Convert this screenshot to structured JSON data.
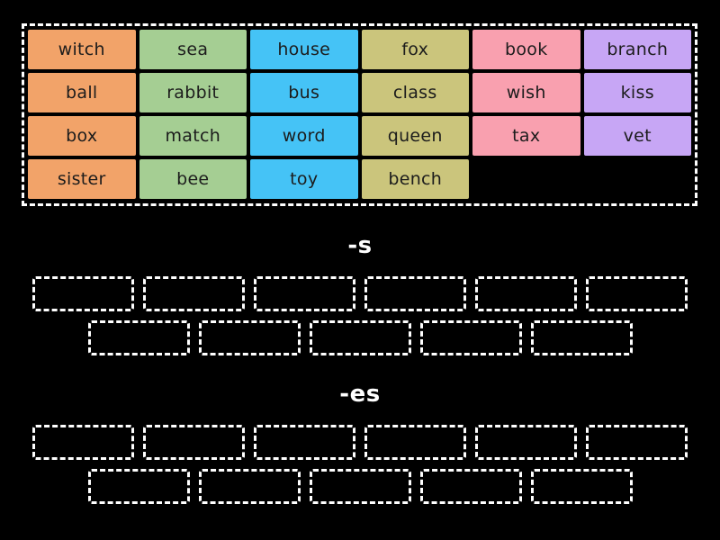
{
  "background": "#000000",
  "palette": {
    "orange": "#F2A369",
    "green": "#A5CE93",
    "blue": "#45C3F6",
    "khaki": "#CBC57C",
    "pink": "#F9A0AF",
    "purple": "#C7A6F5"
  },
  "tile_text_color": "#1c1c1c",
  "slot_border_color": "#ffffff",
  "pool": {
    "tiles": [
      {
        "label": "witch",
        "color": "orange"
      },
      {
        "label": "sea",
        "color": "green"
      },
      {
        "label": "house",
        "color": "blue"
      },
      {
        "label": "fox",
        "color": "khaki"
      },
      {
        "label": "book",
        "color": "pink"
      },
      {
        "label": "branch",
        "color": "purple"
      },
      {
        "label": "ball",
        "color": "orange"
      },
      {
        "label": "rabbit",
        "color": "green"
      },
      {
        "label": "bus",
        "color": "blue"
      },
      {
        "label": "class",
        "color": "khaki"
      },
      {
        "label": "wish",
        "color": "pink"
      },
      {
        "label": "kiss",
        "color": "purple"
      },
      {
        "label": "box",
        "color": "orange"
      },
      {
        "label": "match",
        "color": "green"
      },
      {
        "label": "word",
        "color": "blue"
      },
      {
        "label": "queen",
        "color": "khaki"
      },
      {
        "label": "tax",
        "color": "pink"
      },
      {
        "label": "vet",
        "color": "purple"
      },
      {
        "label": "sister",
        "color": "orange"
      },
      {
        "label": "bee",
        "color": "green"
      },
      {
        "label": "toy",
        "color": "blue"
      },
      {
        "label": "bench",
        "color": "khaki"
      }
    ]
  },
  "categories": [
    {
      "id": "s",
      "label": "-s",
      "slot_rows": [
        6,
        5
      ]
    },
    {
      "id": "es",
      "label": "-es",
      "slot_rows": [
        6,
        5
      ]
    }
  ]
}
